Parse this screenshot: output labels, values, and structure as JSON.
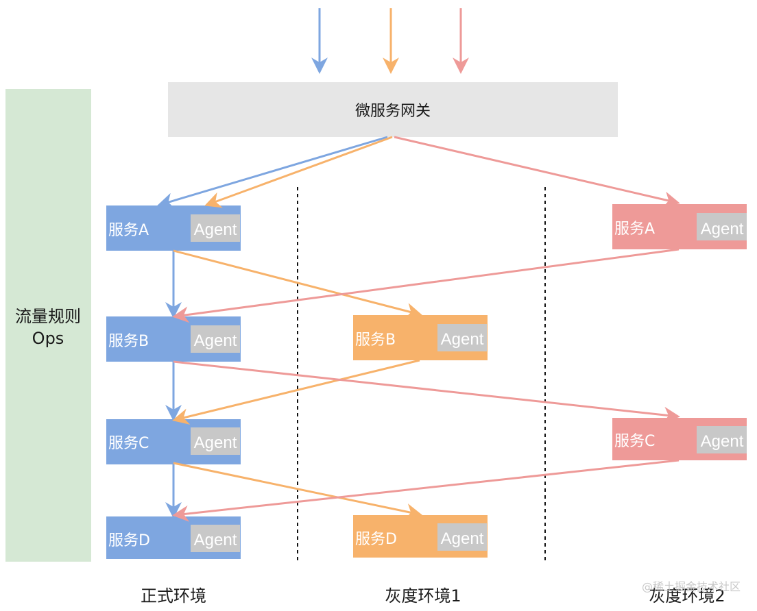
{
  "ops_panel": {
    "line1": "流量规则",
    "line2": "Ops"
  },
  "gateway": {
    "label": "微服务网关"
  },
  "agent_label": "Agent",
  "environments": {
    "prod": {
      "label": "正式环境"
    },
    "gray1": {
      "label": "灰度环境1"
    },
    "gray2": {
      "label": "灰度环境2"
    }
  },
  "services": {
    "prod_a": "服务A",
    "prod_b": "服务B",
    "prod_c": "服务C",
    "prod_d": "服务D",
    "gray1_b": "服务B",
    "gray1_d": "服务D",
    "gray2_a": "服务A",
    "gray2_c": "服务C"
  },
  "colors": {
    "prod": "#7ea6e0",
    "gray1": "#f7b26b",
    "gray2": "#ee9a98",
    "ops_bg": "#d5e8d4",
    "gateway_bg": "#e6e6e6",
    "agent_bg": "#c8c8c8"
  },
  "watermark": "@稀土掘金技术社区"
}
